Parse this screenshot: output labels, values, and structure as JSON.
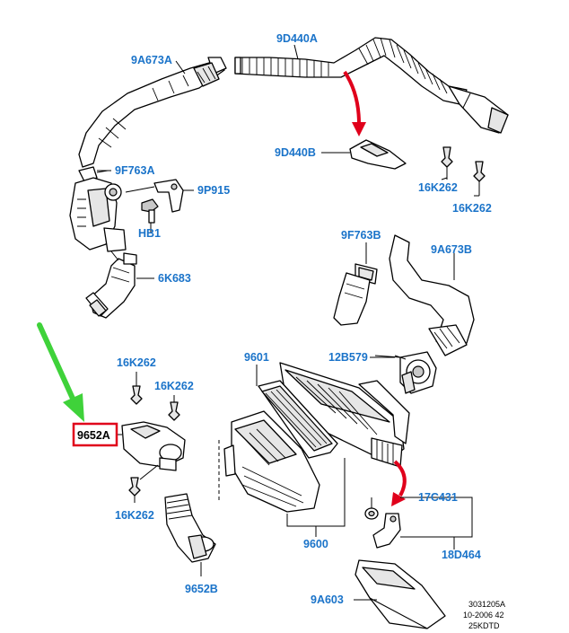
{
  "colors": {
    "label": "#1a73c9",
    "highlight_box": "#e0001b",
    "red_arrow": "#e0001b",
    "green_arrow": "#3fd23a"
  },
  "labels": {
    "hose_9A673A": "9A673A",
    "hose_9D440A": "9D440A",
    "seal_9D440B": "9D440B",
    "clip_9F763A": "9F763A",
    "bracket_9P915": "9P915",
    "bolt_HB1": "HB1",
    "hose_6K683": "6K683",
    "rivet_16K262_top_a": "16K262",
    "rivet_16K262_top_b": "16K262",
    "clip_9F763B": "9F763B",
    "hose_9A673B": "9A673B",
    "element_9601": "9601",
    "sensor_12B579": "12B579",
    "rivet_16K262_left_a": "16K262",
    "rivet_16K262_left_b": "16K262",
    "resonator_9652A": "9652A",
    "rivet_16K262_left_c": "16K262",
    "grommet_17C431": "17C431",
    "bracket_18D464": "18D464",
    "housing_9600": "9600",
    "duct_9652B": "9652B",
    "duct_9A603": "9A603"
  },
  "reference": {
    "code": "3031205A",
    "date": "10-2006 42",
    "model": "25KDTD"
  }
}
